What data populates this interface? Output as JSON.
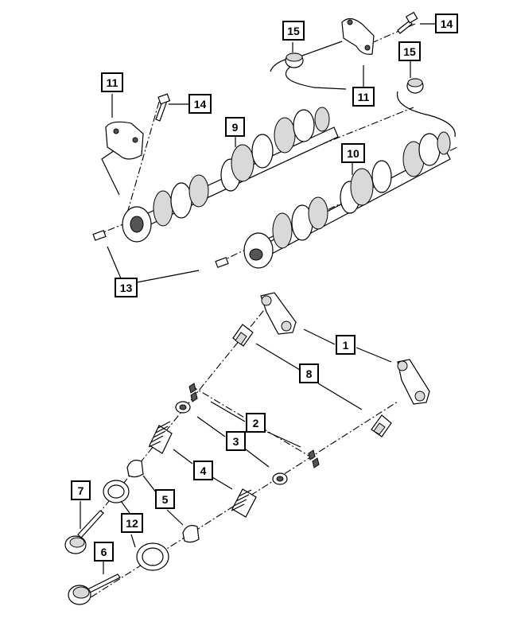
{
  "callouts": {
    "c1": "1",
    "c2": "2",
    "c3": "3",
    "c4": "4",
    "c5": "5",
    "c6": "6",
    "c7": "7",
    "c8": "8",
    "c9": "9",
    "c10": "10",
    "c11a": "11",
    "c11b": "11",
    "c12": "12",
    "c13": "13",
    "c14a": "14",
    "c14b": "14",
    "c15a": "15",
    "c15b": "15"
  }
}
